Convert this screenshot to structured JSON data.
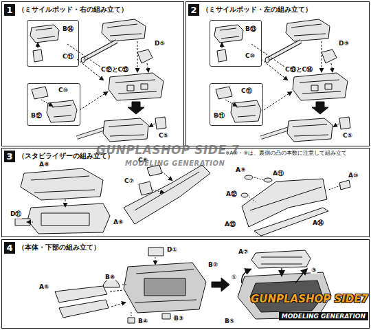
{
  "diagram": {
    "nodes": [
      {
        "text": [
          "1",
          "（ミサイルポッド・右の組み立て）"
        ]
      },
      {
        "text": [
          "B⑭",
          "C⑪"
        ],
        "in": 0
      },
      {
        "text": [
          "C⑩",
          "B⑫"
        ],
        "in": 0
      },
      {
        "text": [
          "2",
          "（ミサイルポッド・左の組み立て）"
        ]
      },
      {
        "text": [
          "B⑬",
          "C⑩"
        ],
        "in": 3
      },
      {
        "text": [
          "C⑪",
          "B⑪"
        ],
        "in": 3
      },
      {
        "text": [
          "3",
          "（スタビライザーの組み立て）"
        ]
      },
      {
        "text": [
          "4",
          "（本体・下部の組み立て）"
        ]
      }
    ],
    "labels": [
      "D⑤",
      "C⑫とC⑬",
      "C⑤",
      "D⑨",
      "C⑬とC⑭",
      "C⑤",
      "A⑧",
      "D⑪",
      "A⑥",
      "C⑧",
      "C⑦",
      "※A⑧・⑨は、裏側の凸の本数に注意して組み立て",
      "A⑨",
      "A⑪",
      "A⑩",
      "A⑫",
      "A⑬",
      "A⑭",
      "D①",
      "B②",
      "B⑧",
      "A⑤",
      "B④",
      "B③",
      "A⑦",
      "①",
      "③",
      "B⑤",
      "GUNPLASHOP SIDE 7",
      "MODELING GENERATION",
      "GUNPLASHOP SIDE7",
      "MODELING GENERATION"
    ]
  }
}
